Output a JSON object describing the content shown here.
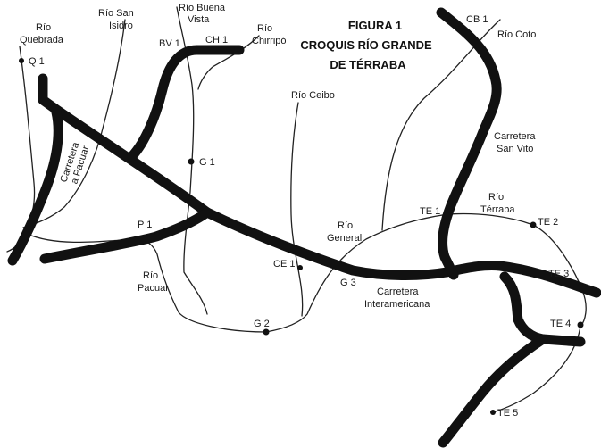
{
  "title": {
    "line1": "FIGURA 1",
    "line2": "CROQUIS RÍO GRANDE",
    "line3": "DE TÉRRABA"
  },
  "labels": {
    "rio_quebrada_1": "Río",
    "rio_quebrada_2": "Quebrada",
    "rio_san_isidro_1": "Río San",
    "rio_san_isidro_2": "Isidro",
    "rio_buena_vista_1": "Río Buena",
    "rio_buena_vista_2": "Vista",
    "rio_chirripo_1": "Río",
    "rio_chirripo_2": "Chirripó",
    "rio_ceibo": "Río Ceibo",
    "rio_coto": "Río Coto",
    "carretera_san_vito_1": "Carretera",
    "carretera_san_vito_2": "San Vito",
    "rio_terraba_1": "Río",
    "rio_terraba_2": "Térraba",
    "rio_general_1": "Río",
    "rio_general_2": "General",
    "rio_pacuar_1": "Río",
    "rio_pacuar_2": "Pacuar",
    "carretera_interamericana_1": "Carretera",
    "carretera_interamericana_2": "Interamericana",
    "carretera_pacuar_1": "Carretera",
    "carretera_pacuar_2": "a Pacuar"
  },
  "stations": {
    "q1": "Q 1",
    "bv1": "BV 1",
    "ch1": "CH 1",
    "g1": "G 1",
    "p1": "P 1",
    "ce1": "CE 1",
    "g3": "G 3",
    "g2": "G 2",
    "te1": "TE 1",
    "te2": "TE 2",
    "te3": "TE 3",
    "te4": "TE 4",
    "te5": "TE 5",
    "cb1": "CB 1"
  },
  "colors": {
    "ink": "#111111",
    "background": "#ffffff"
  }
}
